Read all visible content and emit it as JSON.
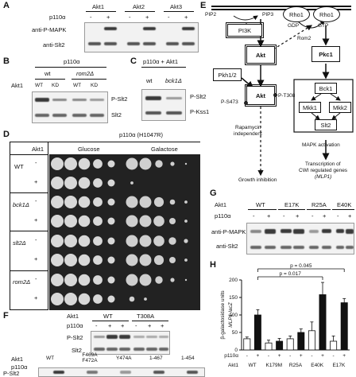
{
  "panels": {
    "A": "A",
    "B": "B",
    "C": "C",
    "D": "D",
    "E": "E",
    "F": "F",
    "G": "G",
    "H": "H"
  },
  "common": {
    "p110a": "p110α",
    "akt1": "Akt1",
    "plus": "+",
    "minus": "-",
    "wt": "wt",
    "WT": "WT",
    "KD": "KD"
  },
  "A": {
    "headers": [
      "Akt1",
      "Akt2",
      "Akt3"
    ],
    "rows": [
      "anti-P-MAPK",
      "anti-Slt2"
    ]
  },
  "B": {
    "title": "p110α",
    "strains": [
      "wt",
      "rom2Δ"
    ],
    "cols": [
      "WT",
      "KD",
      "WT",
      "KD"
    ],
    "rows": [
      "P-Slt2",
      "Slt2"
    ]
  },
  "C": {
    "title": "p110α + Akt1",
    "strains": [
      "wt",
      "bck1Δ"
    ],
    "rows": [
      "P-Slt2",
      "P-Kss1"
    ]
  },
  "D": {
    "title": "p110α (H1047R)",
    "media": [
      "Glucose",
      "Galactose"
    ],
    "strains": [
      "WT",
      "bck1Δ",
      "slt2Δ",
      "rom2Δ"
    ]
  },
  "E": {
    "PIP2": "PIP2",
    "PIP3": "PIP3",
    "PI3K": "PI3K",
    "Akt": "Akt",
    "Pkh": "Pkh1/2",
    "S473": "P-S473",
    "T308": "P-T308",
    "Rho1": "Rho1",
    "GDP": "GDP",
    "GTP": "GTP",
    "Rom2": "Rom2",
    "Pkc1": "Pkc1",
    "Bck1": "Bck1",
    "Mkk1": "Mkk1",
    "Mkk2": "Mkk2",
    "Slt2": "Slt2",
    "mapk": "MAPK activation",
    "rapa1": "Rapamycin",
    "rapa2": "independent",
    "growth": "Growth inhibition",
    "tx1": "Transcription of",
    "tx2": "CWI regulated genes",
    "tx3": "(MLP1)"
  },
  "F": {
    "top_headers": [
      "WT",
      "T308A"
    ],
    "bottom_headers": [
      "WT",
      "F469A F472A",
      "Y474A",
      "1-467",
      "1-454"
    ],
    "rows": [
      "P-Slt2",
      "Slt2"
    ]
  },
  "G": {
    "headers": [
      "WT",
      "E17K",
      "R25A",
      "E40K"
    ],
    "rows": [
      "anti-P-MAPK",
      "anti-Slt2"
    ]
  },
  "H": {
    "ylabel": "β-galactosidase units",
    "ylabel2": "MLP1-lacZ",
    "yticks": [
      "0",
      "50",
      "100",
      "150",
      "200"
    ],
    "p1": "p = 0.045",
    "p2": "p = 0.017",
    "groups": [
      "WT",
      "K179M",
      "R25A",
      "E40K",
      "E17K"
    ]
  },
  "chart_data": {
    "type": "bar",
    "title": "",
    "ylabel": "β-galactosidase units MLP1-lacZ",
    "ylim": [
      0,
      200
    ],
    "categories": [
      "WT -",
      "WT +",
      "K179M -",
      "K179M +",
      "R25A -",
      "R25A +",
      "E40K -",
      "E40K +",
      "E17K -",
      "E17K +"
    ],
    "values": [
      32,
      100,
      20,
      25,
      32,
      50,
      55,
      158,
      25,
      135
    ],
    "errors": [
      5,
      15,
      8,
      8,
      8,
      10,
      25,
      35,
      15,
      12
    ],
    "annotations": [
      "p = 0.045",
      "p = 0.017"
    ]
  }
}
